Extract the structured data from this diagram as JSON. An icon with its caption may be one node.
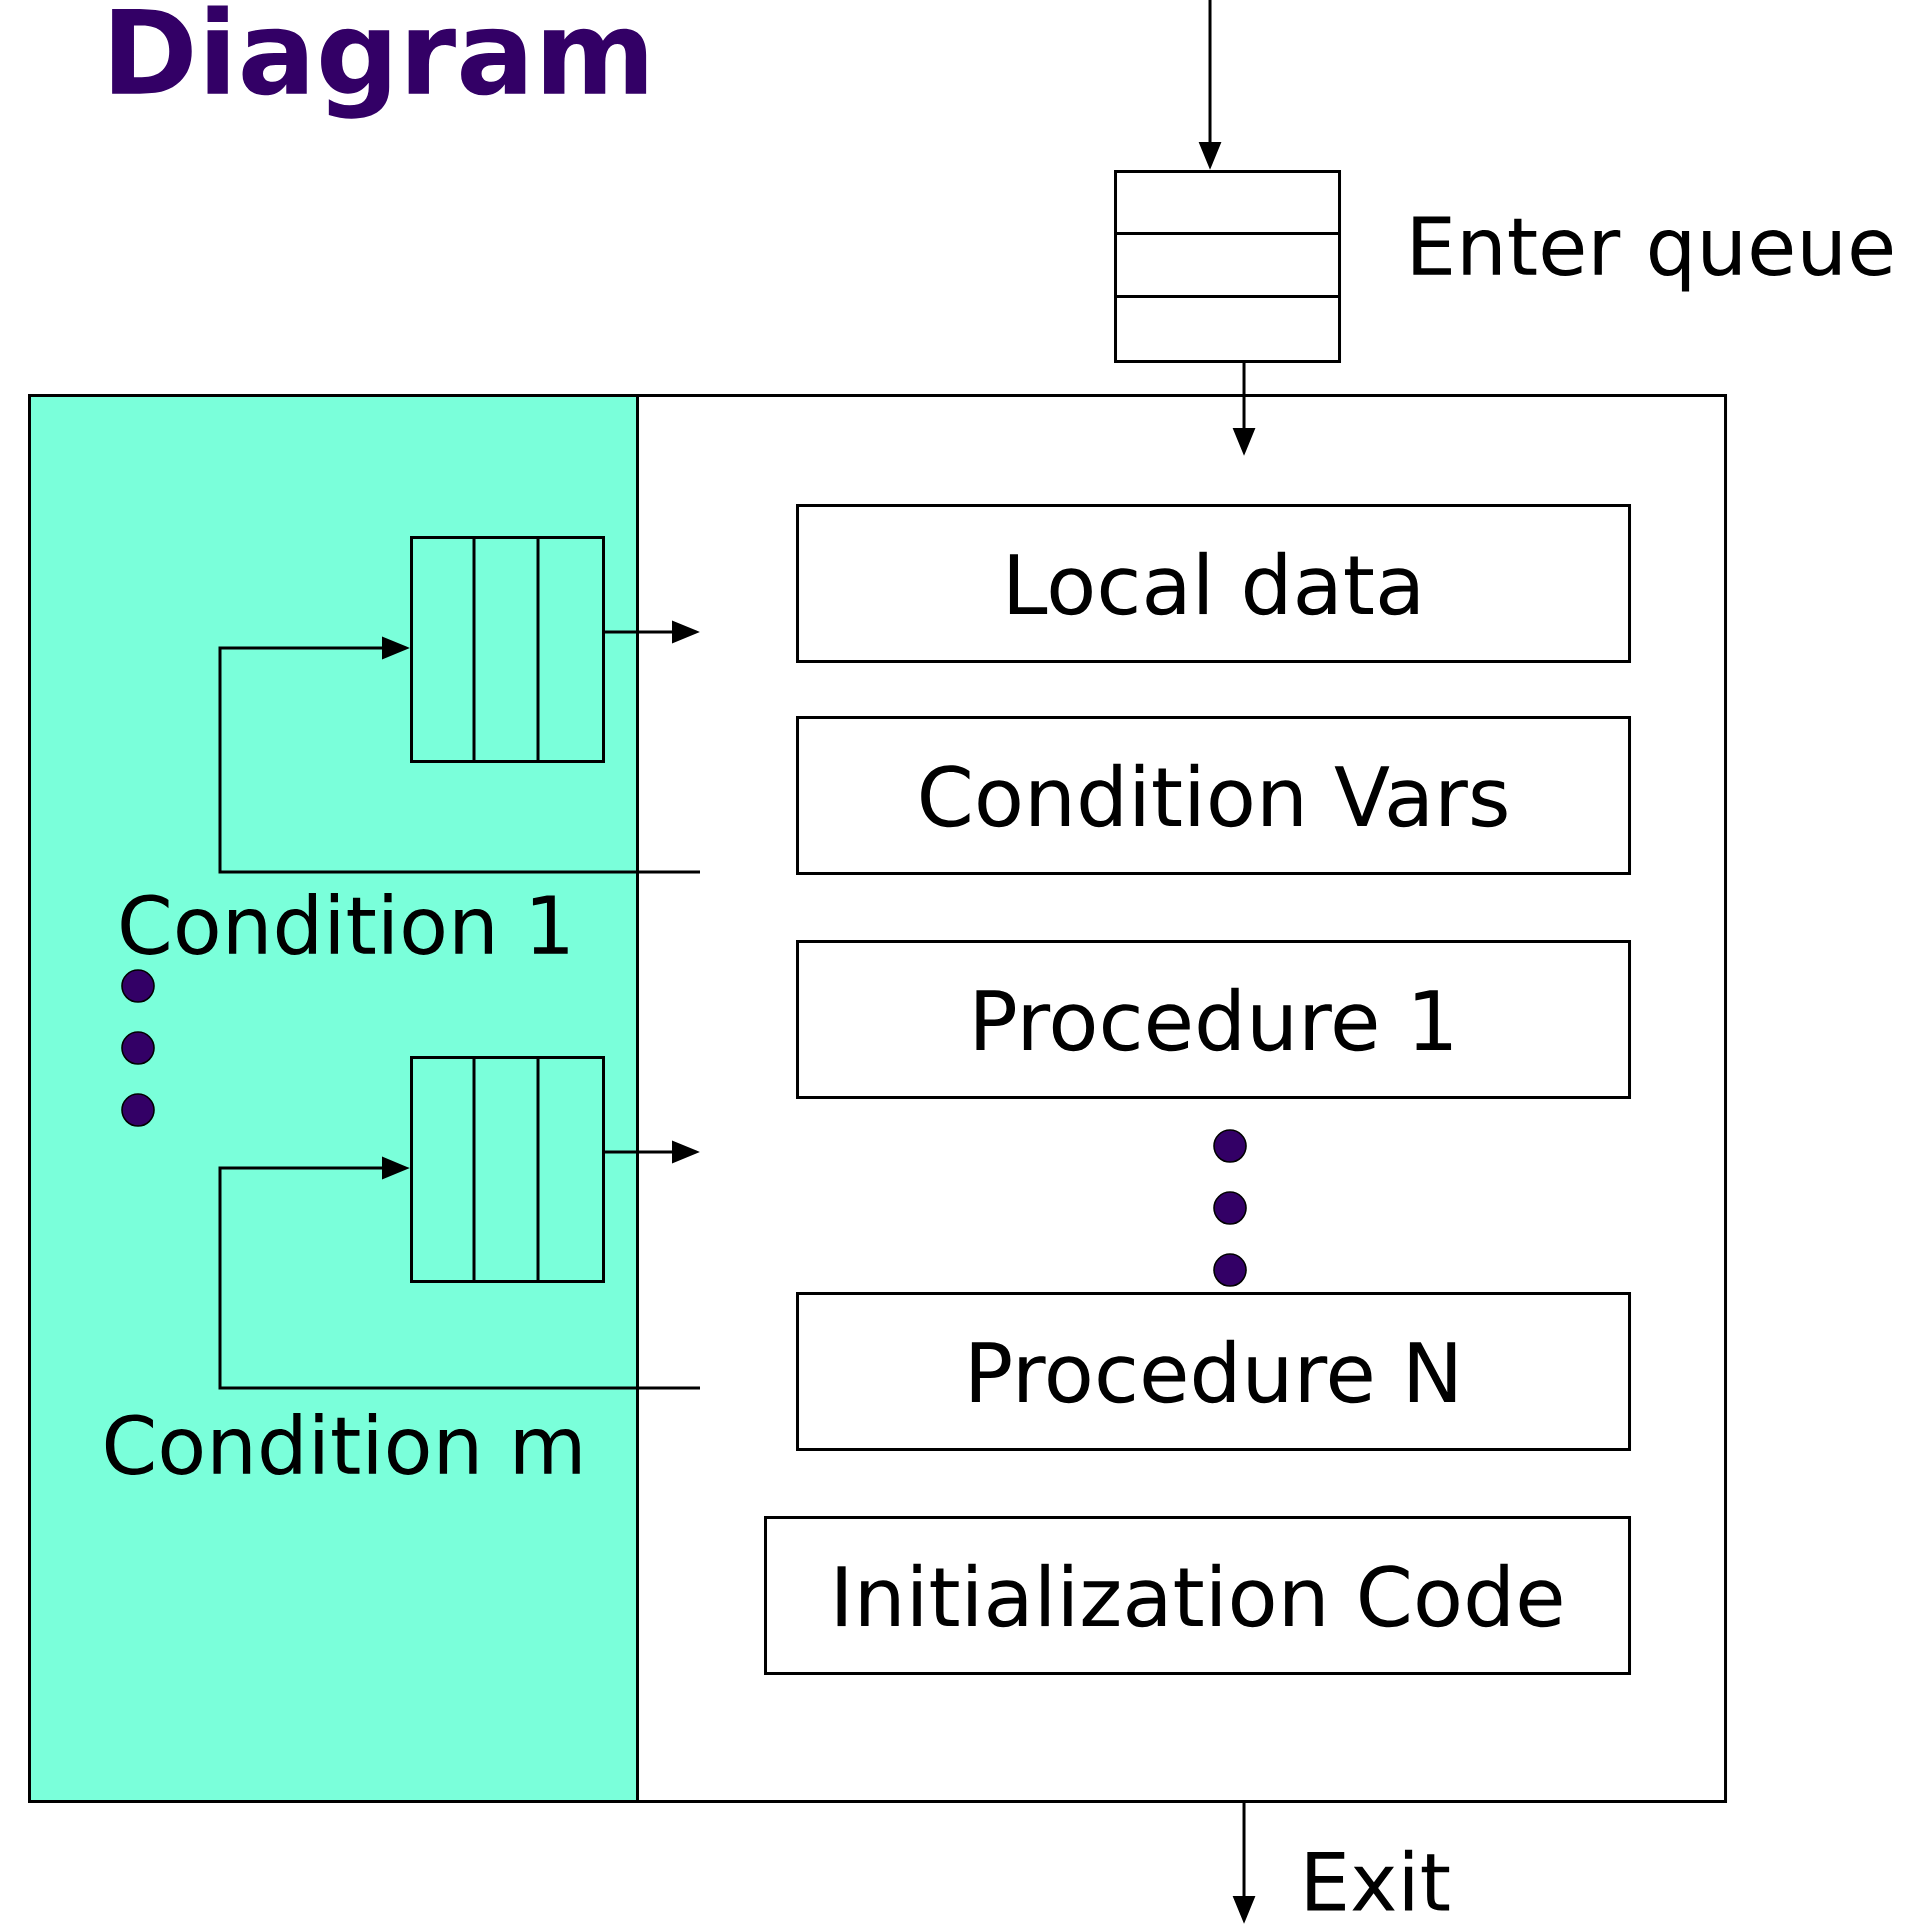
{
  "diagram": {
    "title": "Diagram",
    "nodes": [
      {
        "text": [],
        "shape": "box",
        "beside": [
          "Enter queue"
        ]
      },
      {
        "text": [],
        "shape": "box"
      },
      {
        "text": [],
        "shape": "box",
        "in": 1
      },
      {
        "text": [],
        "shape": "box",
        "in": 2,
        "beside": [
          "Condition 1"
        ]
      },
      {
        "text": [],
        "shape": "box",
        "in": 2,
        "beside": [
          "Condition m"
        ]
      },
      {
        "text": [
          "Local data"
        ],
        "in": 1
      },
      {
        "text": [
          "Condition Vars"
        ],
        "in": 1
      },
      {
        "text": [
          "Procedure 1"
        ],
        "in": 1
      },
      {
        "text": [
          "Procedure N"
        ],
        "in": 1
      },
      {
        "text": [
          "Initialization Code"
        ],
        "in": 1
      }
    ],
    "edges": [
      {
        "from": null,
        "to": 0,
        "arrow": "to"
      },
      {
        "from": 0,
        "to": 1,
        "arrow": "to"
      },
      {
        "from": 3,
        "to": null,
        "arrow": "to"
      },
      {
        "from": null,
        "to": 3,
        "arrow": "to"
      },
      {
        "from": 4,
        "to": null,
        "arrow": "to"
      },
      {
        "from": null,
        "to": 4,
        "arrow": "to"
      },
      {
        "from": 1,
        "to": null,
        "arrow": "to",
        "label": "Exit"
      }
    ]
  }
}
